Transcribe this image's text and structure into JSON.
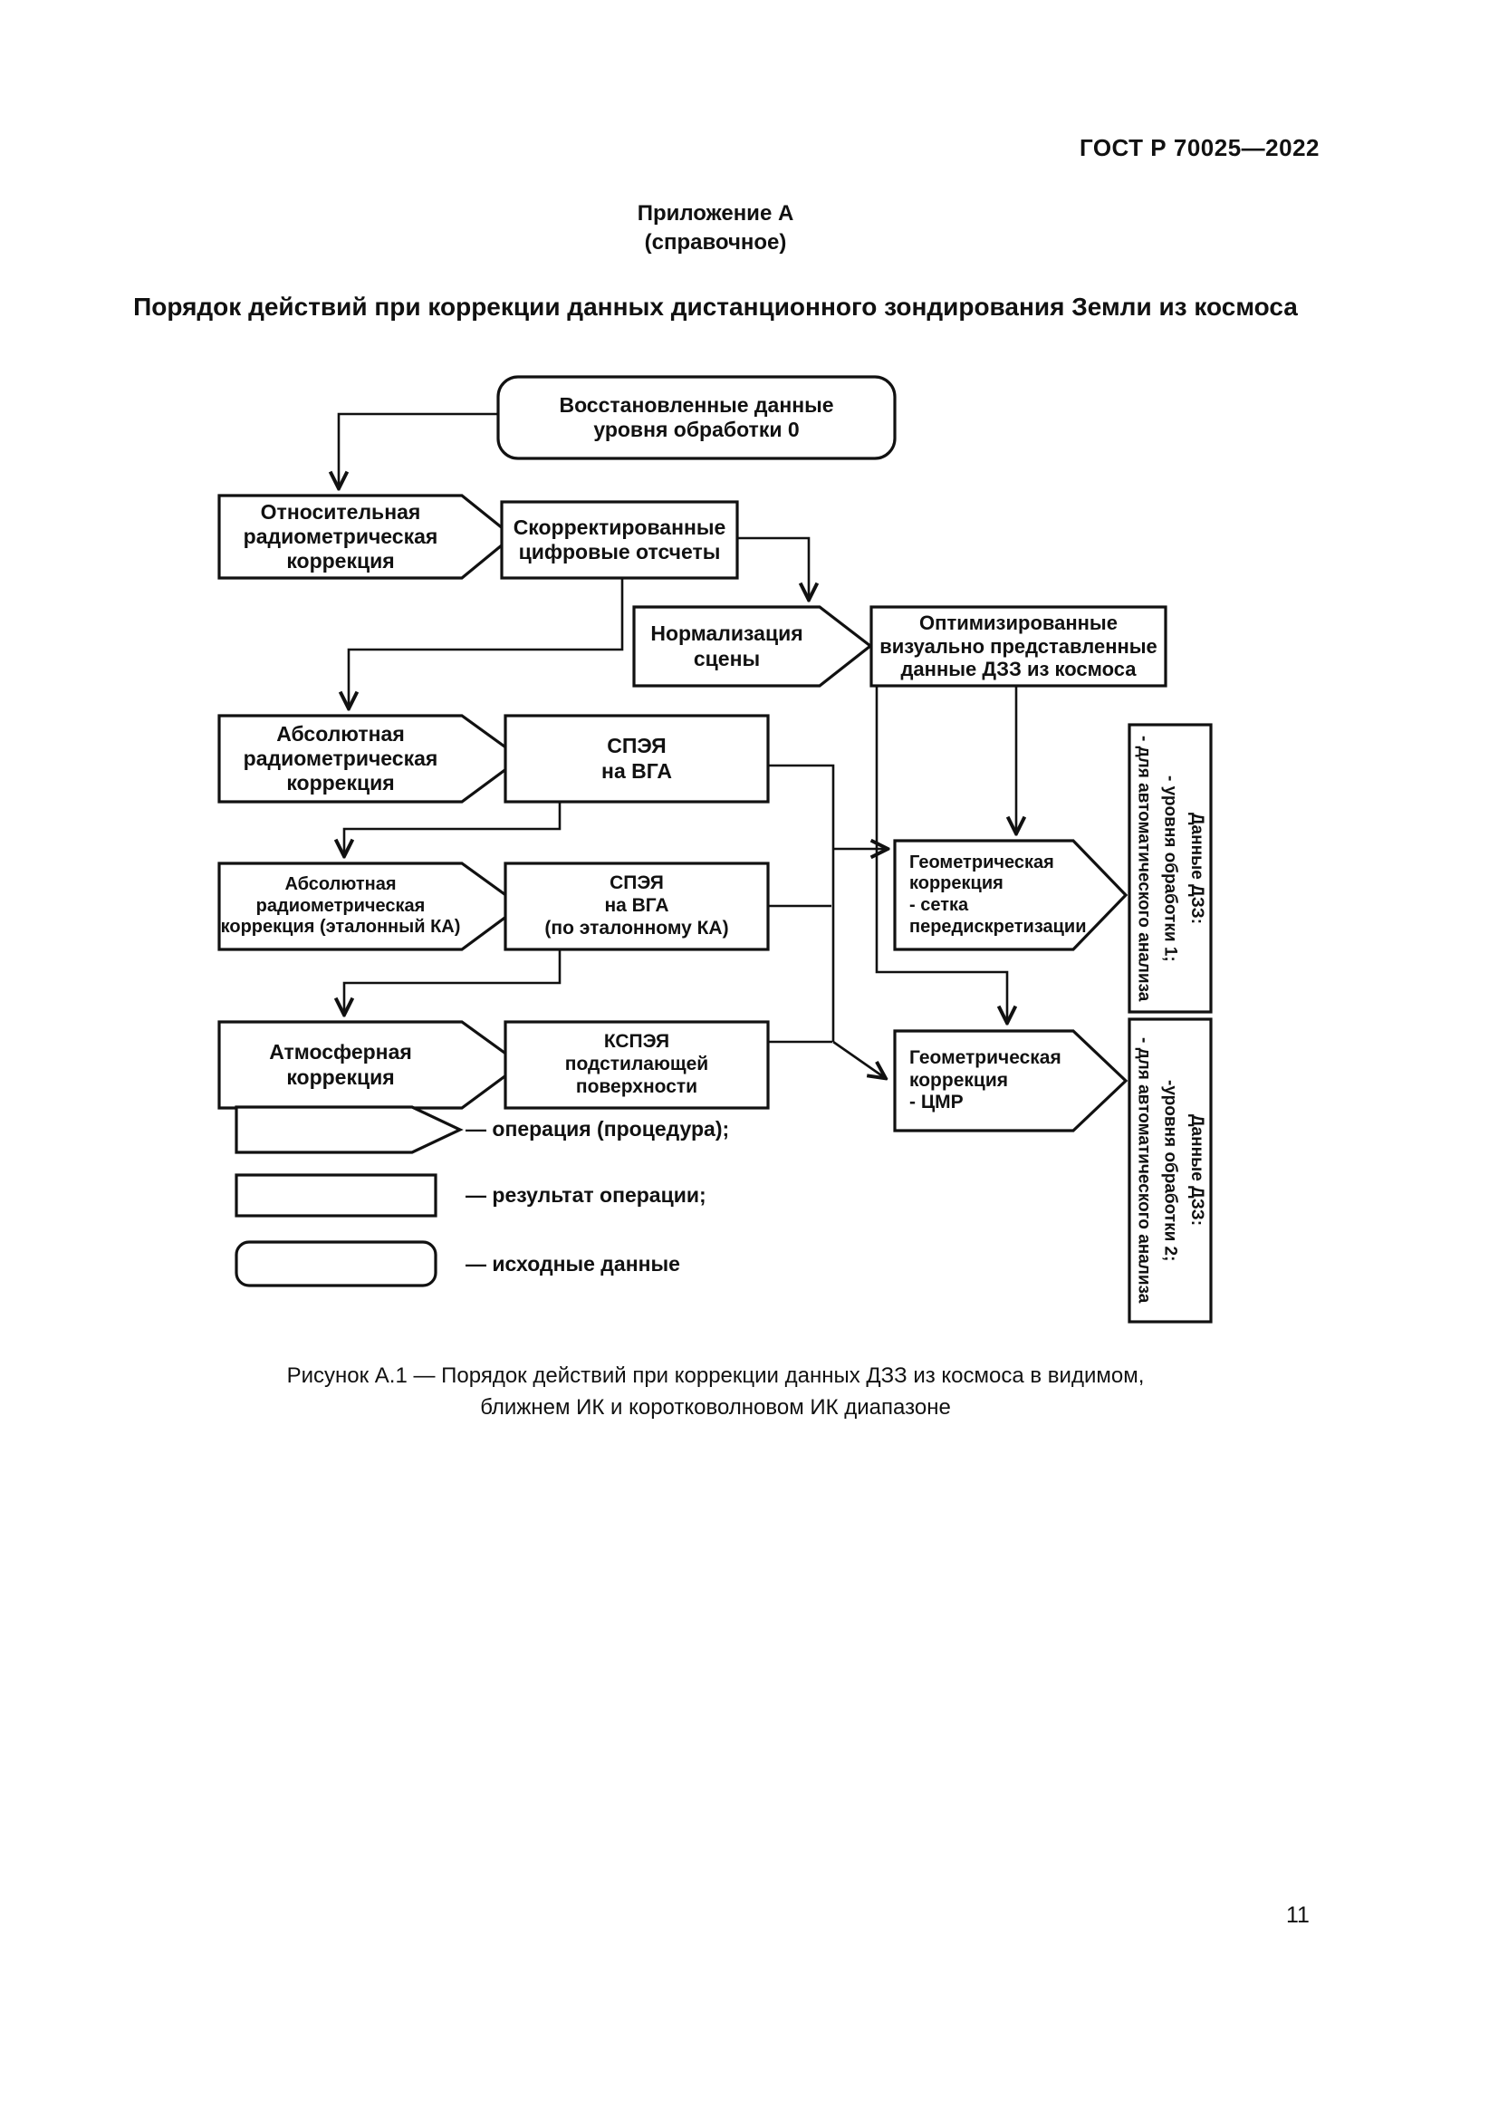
{
  "page": {
    "header": "ГОСТ Р 70025—2022",
    "appendix_title": "Приложение А",
    "appendix_subtitle": "(справочное)",
    "title": "Порядок действий при коррекции данных дистанционного зондирования Земли из космоса",
    "caption": "Рисунок А.1 — Порядок действий при коррекции данных ДЗЗ из космоса в видимом,\nближнем ИК и коротковолновом ИК диапазоне",
    "page_number": "11",
    "ink_color": "#111111",
    "paper_color": "#ffffff"
  },
  "flowchart": {
    "nodes": {
      "restored_data": "Восстановленные данные\nуровня обработки 0",
      "relative_radiometric": "Относительная\nрадиометрическая\nкоррекция",
      "corrected_counts": "Скорректированные\nцифровые отсчеты",
      "scene_normalization": "Нормализация\nсцены",
      "optimized_data": "Оптимизированные\nвизуально представленные\nданные ДЗЗ из космоса",
      "absolute_radiometric": "Абсолютная\nрадиометрическая\nкоррекция",
      "spea_vga": "СПЭЯ\nна ВГА",
      "absolute_radiometric_ref": "Абсолютная\nрадиометрическая\nкоррекция (эталонный КА)",
      "spea_vga_ref": "СПЭЯ\nна ВГА\n(по эталонному КА)",
      "atmospheric": "Атмосферная\nкоррекция",
      "kspea": "КСПЭЯ\nподстилающей\nповерхности",
      "geometric_grid": "Геометрическая\nкоррекция\n- сетка\nпередискретизации",
      "geometric_dem": "Геометрическая\nкоррекция\n- ЦМР",
      "dzz_level1": "Данные ДЗЗ:\n- уровня обработки 1;\n- для автоматического анализа",
      "dzz_level2": "Данные ДЗЗ:\n-уровня обработки 2;\n- для автоматического анализа"
    },
    "legend": [
      {
        "shape": "pentagon",
        "label": "— операция (процедура);"
      },
      {
        "shape": "rectangle",
        "label": "— результат операции;"
      },
      {
        "shape": "rounded-rectangle",
        "label": "— исходные данные"
      }
    ]
  }
}
